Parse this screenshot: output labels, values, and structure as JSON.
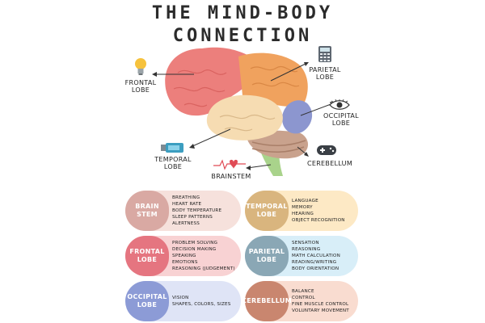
{
  "title_line1": "THE MIND-BODY",
  "title_line2": "CONNECTION",
  "labels": {
    "frontal": "FRONTAL\nLOBE",
    "parietal": "PARIETAL\nLOBE",
    "occipital": "OCCIPITAL\nLOBE",
    "temporal": "TEMPORAL\nLOBE",
    "brainstem": "BRAINSTEM",
    "cerebellum": "CEREBELLUM"
  },
  "cards": [
    {
      "title": "BRAIN\nSTEM",
      "color": "#d9a9a3",
      "bg": "#f6e1dc",
      "items": [
        "BREATHING",
        "HEART RATE",
        "BODY TEMPERATURE",
        "SLEEP PATTERNS",
        "ALERTNESS"
      ]
    },
    {
      "title": "TEMPORAL\nLOBE",
      "color": "#d9b57e",
      "bg": "#fde9c5",
      "items": [
        "LANGUAGE",
        "MEMORY",
        "HEARING",
        "OBJECT RECOGNITION"
      ]
    },
    {
      "title": "FRONTAL\nLOBE",
      "color": "#e57580",
      "bg": "#f8d2d3",
      "items": [
        "PROBLEM SOLVING",
        "DECISION MAKING",
        "SPEAKING",
        "EMOTIONS",
        "REASONING (JUDGEMENT)"
      ]
    },
    {
      "title": "PARIETAL\nLOBE",
      "color": "#8aa7b5",
      "bg": "#d8eef8",
      "items": [
        "SENSATION",
        "REASONING",
        "MATH CALCULATION",
        "READING/WRITING",
        "BODY ORIENTATION"
      ]
    },
    {
      "title": "OCCIPITAL\nLOBE",
      "color": "#8c9bd6",
      "bg": "#dfe4f6",
      "items": [
        "VISION",
        "SHAPES, COLORS, SIZES"
      ]
    },
    {
      "title": "CEREBELLUM",
      "color": "#c9866f",
      "bg": "#f9dcd0",
      "items": [
        "BALANCE",
        "CONTROL",
        "FINE MUSCLE CONTROL",
        "VOLUNTARY MOVEMENT"
      ]
    }
  ],
  "colors": {
    "frontal": "#ec7f7c",
    "parietal": "#f0a25e",
    "temporal": "#f6dcb2",
    "occipital": "#8c96cf",
    "cerebellum": "#c9a28d",
    "brainstem": "#a9d38b"
  }
}
